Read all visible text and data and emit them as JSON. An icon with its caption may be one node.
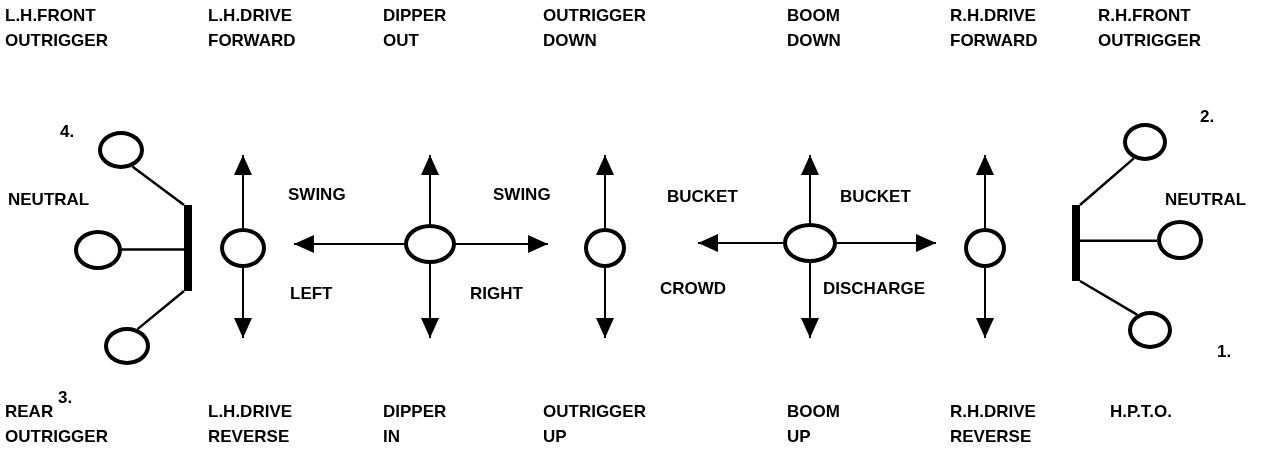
{
  "diagram": {
    "nodes": [
      {
        "text": [],
        "shape": "circle",
        "beside": [
          "4."
        ]
      },
      {
        "text": [],
        "shape": "circle",
        "beside": [
          "NEUTRAL"
        ]
      },
      {
        "text": [],
        "shape": "circle",
        "beside": [
          "3."
        ]
      },
      {
        "text": [],
        "shape": "bar"
      },
      {
        "text": [],
        "shape": "circle"
      },
      {
        "text": [],
        "shape": "circle"
      },
      {
        "text": [],
        "shape": "circle"
      },
      {
        "text": [],
        "shape": "circle"
      },
      {
        "text": [],
        "shape": "circle"
      },
      {
        "text": [],
        "shape": "bar"
      },
      {
        "text": [],
        "shape": "circle",
        "beside": [
          "2."
        ]
      },
      {
        "text": [],
        "shape": "circle",
        "beside": [
          "NEUTRAL"
        ]
      },
      {
        "text": [],
        "shape": "circle",
        "beside": [
          "1."
        ]
      }
    ],
    "edges": [
      {
        "from": 0,
        "to": 3,
        "arrow": "none"
      },
      {
        "from": 1,
        "to": 3,
        "arrow": "none"
      },
      {
        "from": 2,
        "to": 3,
        "arrow": "none"
      },
      {
        "from": 9,
        "to": 10,
        "arrow": "none"
      },
      {
        "from": 9,
        "to": 11,
        "arrow": "none"
      },
      {
        "from": 9,
        "to": 12,
        "arrow": "none"
      }
    ],
    "labels": [
      "L.H.FRONT OUTRIGGER",
      "L.H.DRIVE FORWARD",
      "DIPPER OUT",
      "OUTRIGGER DOWN",
      "BOOM DOWN",
      "R.H.DRIVE FORWARD",
      "R.H.FRONT OUTRIGGER",
      "SWING",
      "SWING",
      "BUCKET",
      "BUCKET",
      "LEFT",
      "RIGHT",
      "CROWD",
      "DISCHARGE",
      "REAR OUTRIGGER",
      "L.H.DRIVE REVERSE",
      "DIPPER IN",
      "OUTRIGGER UP",
      "BOOM UP",
      "R.H.DRIVE REVERSE",
      "H.P.T.O."
    ]
  }
}
